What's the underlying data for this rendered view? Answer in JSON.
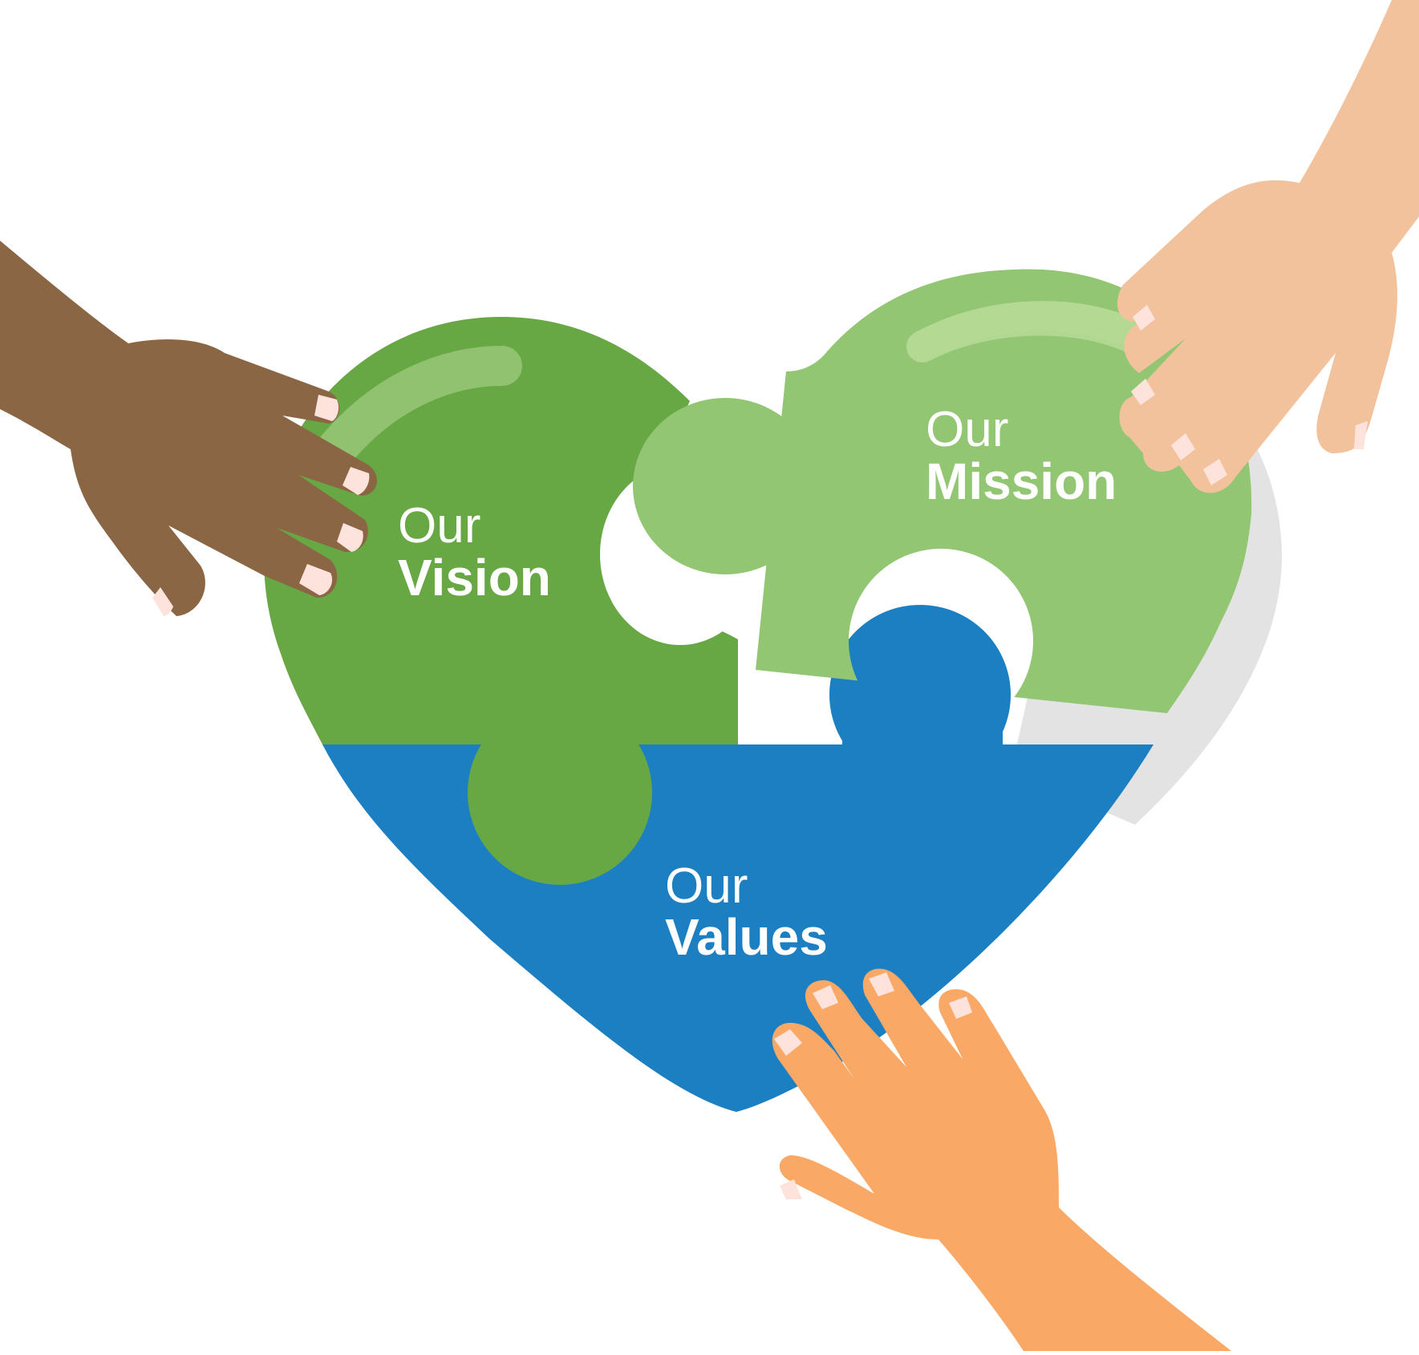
{
  "pieces": [
    {
      "id": "vision",
      "line1": "Our",
      "line2": "Vision",
      "color": "#67a744"
    },
    {
      "id": "mission",
      "line1": "Our",
      "line2": "Mission",
      "color": "#92c673"
    },
    {
      "id": "values",
      "line1": "Our",
      "line2": "Values",
      "color": "#1b7fc2"
    }
  ],
  "colors": {
    "highlight": "#b4d993",
    "shadow": "#e3e3e3",
    "text": "#ffffff",
    "hand_brown": "#8b6644",
    "hand_peach": "#f2c29d",
    "hand_orange": "#f9a866",
    "nail": "#fde3dc"
  }
}
